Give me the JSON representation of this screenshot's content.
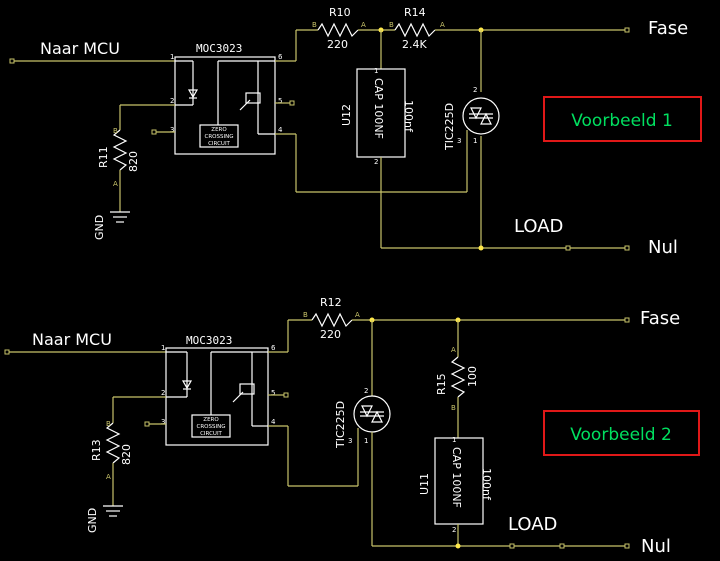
{
  "circuit1": {
    "mcu_label": "Naar MCU",
    "ic_name": "MOC3023",
    "zc_line1": "ZERO",
    "zc_line2": "CROSSING",
    "zc_line3": "CIRCUIT",
    "r10_name": "R10",
    "r10_value": "220",
    "r14_name": "R14",
    "r14_value": "2.4K",
    "r11_name": "R11",
    "r11_value": "820",
    "cap_ref": "U12",
    "cap_label": "CAP 100NF",
    "cap_value": "100nf",
    "triac_name": "TIC225D",
    "fase": "Fase",
    "load": "LOAD",
    "nul": "Nul",
    "gnd": "GND",
    "title": "Voorbeeld 1"
  },
  "circuit2": {
    "mcu_label": "Naar MCU",
    "ic_name": "MOC3023",
    "zc_line1": "ZERO",
    "zc_line2": "CROSSING",
    "zc_line3": "CIRCUIT",
    "r12_name": "R12",
    "r12_value": "220",
    "r15_name": "R15",
    "r15_value": "100",
    "r13_name": "R13",
    "r13_value": "820",
    "cap_ref": "U11",
    "cap_label": "CAP 100NF",
    "cap_value": "100nf",
    "triac_name": "TIC225D",
    "fase": "Fase",
    "load": "LOAD",
    "nul": "Nul",
    "gnd": "GND",
    "title": "Voorbeeld 2"
  },
  "pins": {
    "p1": "1",
    "p2": "2",
    "p3": "3",
    "p4": "4",
    "p5": "5",
    "p6": "6",
    "a": "A",
    "b": "B"
  },
  "colors": {
    "wire": "#c8c36a",
    "body": "#ffffff",
    "title_text": "#00e060",
    "title_box": "#e01818",
    "junction": "#ffe84a"
  }
}
